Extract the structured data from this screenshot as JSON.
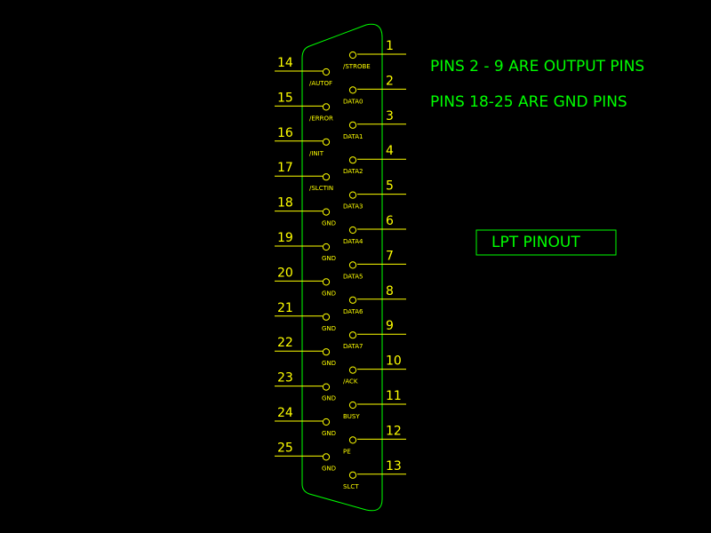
{
  "notes": {
    "output_pins": "PINS 2 - 9 ARE OUTPUT PINS",
    "gnd_pins": "PINS 18-25 ARE GND PINS"
  },
  "title": "LPT PINOUT",
  "colors": {
    "background": "#000000",
    "connector_outline": "#00ff00",
    "pins_and_labels": "#ffff00",
    "annotations": "#00ff00"
  },
  "right_pins": [
    {
      "number": "1",
      "signal": "/STROBE"
    },
    {
      "number": "2",
      "signal": "DATA0"
    },
    {
      "number": "3",
      "signal": "DATA1"
    },
    {
      "number": "4",
      "signal": "DATA2"
    },
    {
      "number": "5",
      "signal": "DATA3"
    },
    {
      "number": "6",
      "signal": "DATA4"
    },
    {
      "number": "7",
      "signal": "DATA5"
    },
    {
      "number": "8",
      "signal": "DATA6"
    },
    {
      "number": "9",
      "signal": "DATA7"
    },
    {
      "number": "10",
      "signal": "/ACK"
    },
    {
      "number": "11",
      "signal": "BUSY"
    },
    {
      "number": "12",
      "signal": "PE"
    },
    {
      "number": "13",
      "signal": "SLCT"
    }
  ],
  "left_pins": [
    {
      "number": "14",
      "signal": "/AUTOF"
    },
    {
      "number": "15",
      "signal": "/ERROR"
    },
    {
      "number": "16",
      "signal": "/INIT"
    },
    {
      "number": "17",
      "signal": "/SLCTIN"
    },
    {
      "number": "18",
      "signal": "GND"
    },
    {
      "number": "19",
      "signal": "GND"
    },
    {
      "number": "20",
      "signal": "GND"
    },
    {
      "number": "21",
      "signal": "GND"
    },
    {
      "number": "22",
      "signal": "GND"
    },
    {
      "number": "23",
      "signal": "GND"
    },
    {
      "number": "24",
      "signal": "GND"
    },
    {
      "number": "25",
      "signal": "GND"
    }
  ]
}
